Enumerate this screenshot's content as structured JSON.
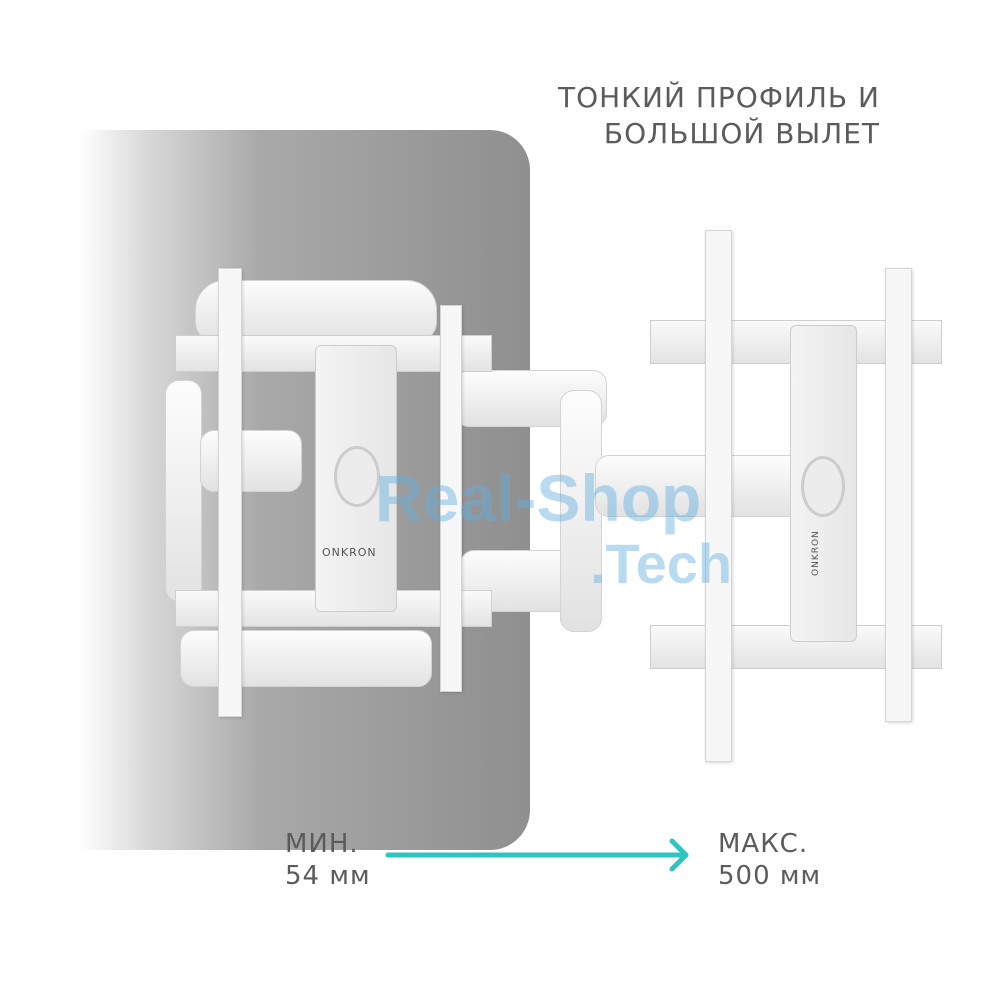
{
  "headline": {
    "line1": "ТОНКИЙ ПРОФИЛЬ И",
    "line2": "БОЛЬШОЙ ВЫЛЕТ"
  },
  "min": {
    "label": "МИН.",
    "value": "54 мм"
  },
  "max": {
    "label": "МАКС.",
    "value": "500 мм"
  },
  "brand_logo": "ONKRON",
  "watermark": {
    "line1": "Real-Shop",
    "line2": ".Tech"
  },
  "colors": {
    "arrow": "#2ec4c0",
    "text": "#5b5b5b",
    "wall": "#8f8f8f"
  },
  "icons": [
    "arrow-right-icon",
    "onkron-logo-icon"
  ]
}
